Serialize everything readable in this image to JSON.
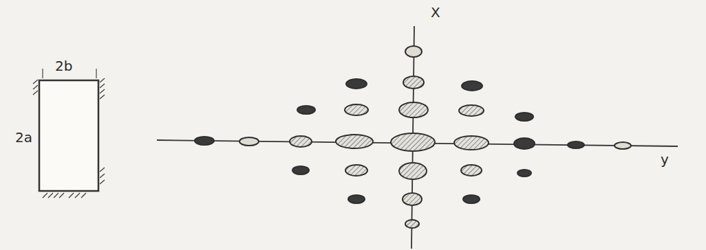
{
  "diagram": {
    "labels": [
      "2b",
      "2a",
      "X",
      "y"
    ]
  }
}
